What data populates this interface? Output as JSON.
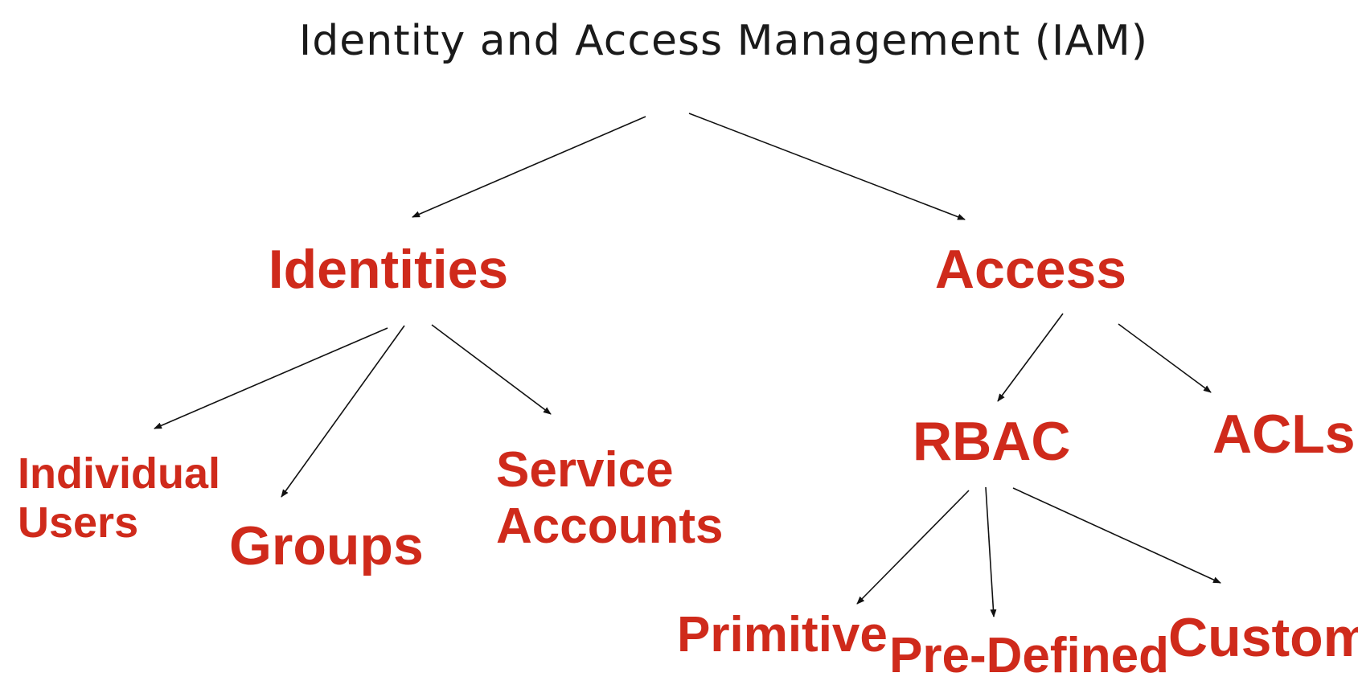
{
  "diagram": {
    "title": "Identity and Access Management (IAM)",
    "nodes": {
      "identities": "Identities",
      "access": "Access",
      "individual_users_line1": "Individual",
      "individual_users_line2": "Users",
      "groups": "Groups",
      "service_accounts_line1": "Service",
      "service_accounts_line2": "Accounts",
      "rbac": "RBAC",
      "acls": "ACLs",
      "primitive": "Primitive",
      "pre_defined": "Pre-Defined",
      "custom": "Custom"
    },
    "colors": {
      "title": "#1a1a1a",
      "node": "#cf2a1b",
      "arrow": "#111111"
    }
  }
}
